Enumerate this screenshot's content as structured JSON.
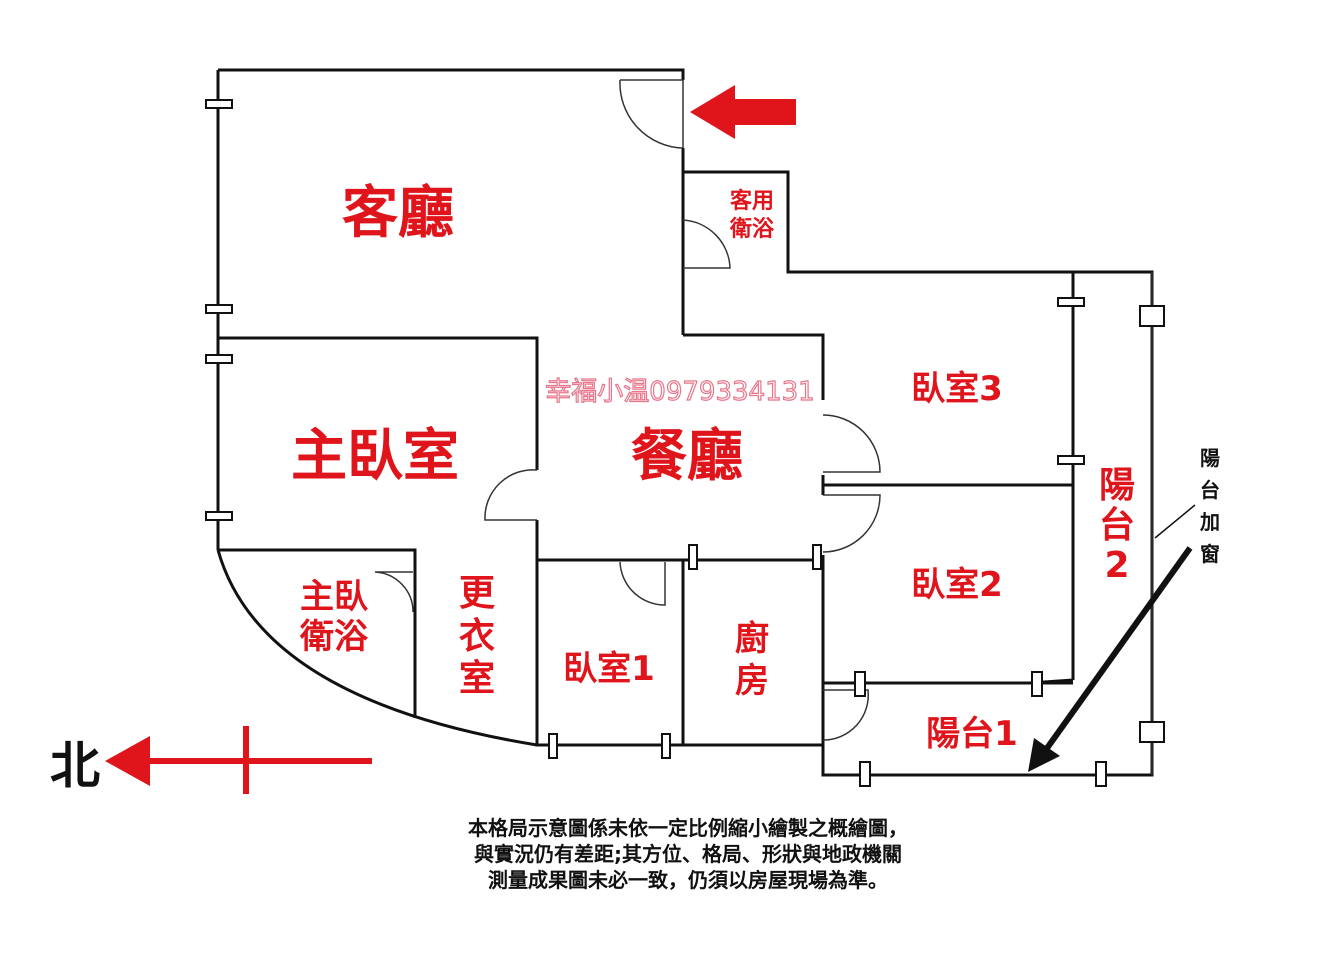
{
  "rooms": {
    "living": "客廳",
    "guest_bath_1": "客用",
    "guest_bath_2": "衛浴",
    "master": "主臥室",
    "dining": "餐廳",
    "master_bath_1": "主臥",
    "master_bath_2": "衛浴",
    "closet_1": "更",
    "closet_2": "衣",
    "closet_3": "室",
    "bedroom1": "臥室1",
    "kitchen_1": "廚",
    "kitchen_2": "房",
    "bedroom3": "臥室3",
    "bedroom2": "臥室2",
    "balcony2_1": "陽",
    "balcony2_2": "台",
    "balcony2_3": "2",
    "balcony1": "陽台1"
  },
  "annotation": {
    "c1": "陽",
    "c2": "台",
    "c3": "加",
    "c4": "窗"
  },
  "north_label": "北",
  "watermark": "幸福小温0979334131",
  "disclaimer": [
    "本格局示意圖係未依一定比例縮小繪製之概繪圖，",
    "與實況仍有差距;其方位、格局、形狀與地政機關",
    "測量成果圖未必一致，仍須以房屋現場為準。"
  ],
  "colors": {
    "accent": "#e0141b",
    "wall": "#111111"
  }
}
